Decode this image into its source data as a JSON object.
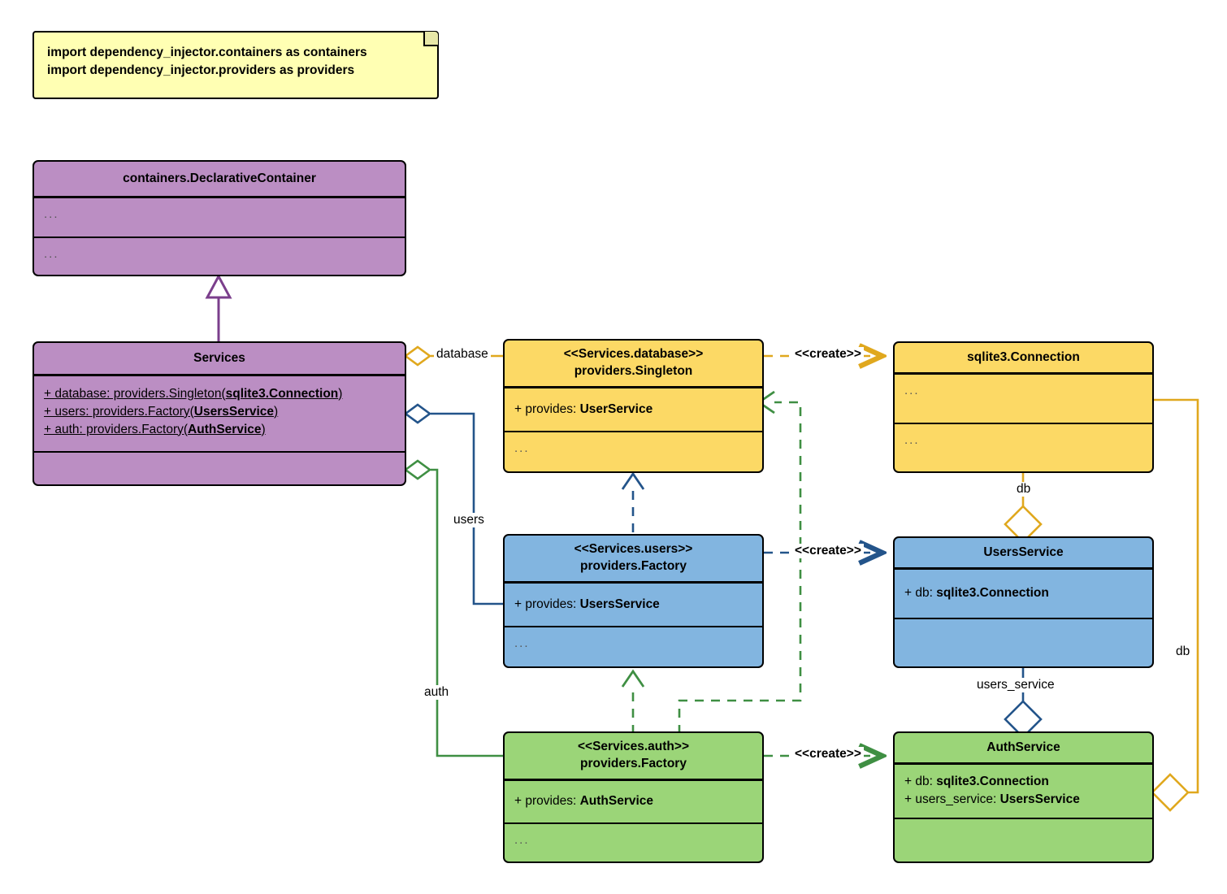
{
  "diagram": {
    "kind": "uml-class-diagram",
    "title": "dependency_injector Services container UML"
  },
  "note": {
    "name": "imports-note",
    "lines": [
      "import dependency_injector.containers as containers",
      "import dependency_injector.providers as providers"
    ]
  },
  "classes": [
    {
      "id": "declarative-container",
      "color": "#bb8ec3",
      "header": [
        "containers.DeclarativeContainer"
      ],
      "attributes": [
        "..."
      ],
      "operations": [
        "..."
      ]
    },
    {
      "id": "services",
      "color": "#bb8ec3",
      "header": [
        "Services"
      ],
      "attributes": [
        "+ database: providers.Singleton(sqlite3.Connection)",
        "+ users: providers.Factory(UsersService)",
        "+ auth: providers.Factory(AuthService)"
      ],
      "operations": []
    },
    {
      "id": "services-database",
      "color": "#fcd965",
      "header": [
        "<<Services.database>>",
        "providers.Singleton"
      ],
      "attributes": [
        "+ provides: UserService"
      ],
      "operations": [
        "..."
      ]
    },
    {
      "id": "sqlite3-connection",
      "color": "#fcd965",
      "header": [
        "sqlite3.Connection"
      ],
      "attributes": [
        "..."
      ],
      "operations": [
        "..."
      ]
    },
    {
      "id": "services-users",
      "color": "#82b5e0",
      "header": [
        "<<Services.users>>",
        "providers.Factory"
      ],
      "attributes": [
        "+ provides: UsersService"
      ],
      "operations": [
        "..."
      ]
    },
    {
      "id": "users-service",
      "color": "#82b5e0",
      "header": [
        "UsersService"
      ],
      "attributes": [
        "+ db: sqlite3.Connection"
      ],
      "operations": []
    },
    {
      "id": "services-auth",
      "color": "#9bd578",
      "header": [
        "<<Services.auth>>",
        "providers.Factory"
      ],
      "attributes": [
        "+ provides: AuthService"
      ],
      "operations": [
        "..."
      ]
    },
    {
      "id": "auth-service",
      "color": "#9bd578",
      "header": [
        "AuthService"
      ],
      "attributes": [
        "+ db: sqlite3.Connection",
        "+ users_service: UsersService"
      ],
      "operations": []
    }
  ],
  "edge_labels": {
    "database": "database",
    "users": "users",
    "auth": "auth",
    "create_database": "<<create>>",
    "create_users": "<<create>>",
    "create_auth": "<<create>>",
    "db_users": "db",
    "db_auth": "db",
    "users_service": "users_service"
  },
  "colors": {
    "purple": "#7b3f8c",
    "yellow": "#e0a81e",
    "blue": "#23548a",
    "green": "#3f8f43",
    "outline": "#000000",
    "note_fill": "#ffffb3",
    "purple_fill": "#bb8ec3",
    "yellow_fill": "#fcd965",
    "blue_fill": "#82b5e0",
    "green_fill": "#9bd578"
  }
}
